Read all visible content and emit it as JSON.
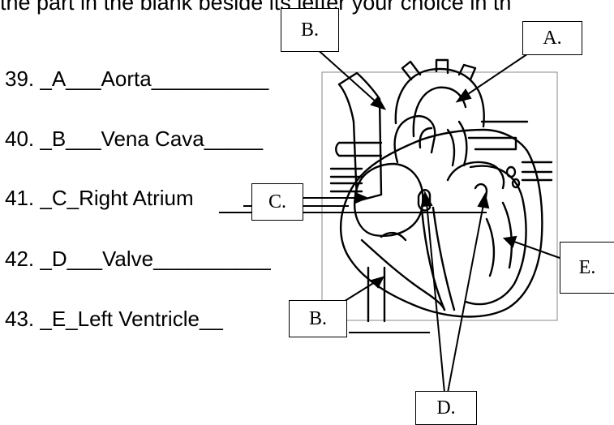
{
  "instruction_fragment": "the part in the blank beside its letter your choice in th",
  "questions": [
    {
      "text": "39. _A___Aorta__________"
    },
    {
      "text": "40. _B___Vena Cava_____"
    },
    {
      "text": "41.  _C_Right Atrium"
    },
    {
      "text": "42. _D___Valve__________"
    },
    {
      "text": "43. _E_Left Ventricle__"
    }
  ],
  "labels": {
    "b_top": "B.",
    "a_top": "A.",
    "c_left": "C.",
    "e_right": "E.",
    "b_bottom": "B.",
    "d_bottom": "D."
  }
}
